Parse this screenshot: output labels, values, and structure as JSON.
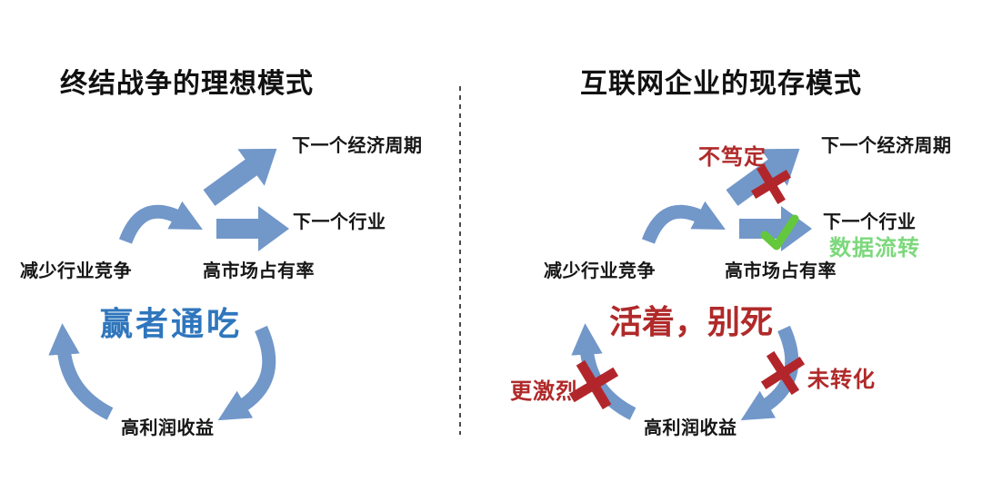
{
  "colors": {
    "arrow_blue": "#7297c9",
    "cross_red": "#b2262b",
    "check_green": "#63c83c",
    "green_text": "#7cd87c",
    "red_text": "#b02a2a",
    "blue_text": "#2f76bd",
    "heading_text": "#111111"
  },
  "left_panel": {
    "title": "终结战争的理想模式",
    "slogan": "赢者通吃",
    "labels": {
      "next_cycle": "下一个经济周期",
      "next_industry": "下一个行业",
      "reduce_competition": "减少行业竞争",
      "market_share": "高市场占有率",
      "profit": "高利润收益"
    }
  },
  "right_panel": {
    "title": "互联网企业的现存模式",
    "slogan": "活着，别死",
    "labels": {
      "next_cycle": "下一个经济周期",
      "next_industry": "下一个行业",
      "reduce_competition": "减少行业竞争",
      "market_share": "高市场占有率",
      "profit": "高利润收益"
    },
    "annotations": {
      "not_certain": "不笃定",
      "data_flow": "数据流转",
      "more_intense": "更激烈",
      "not_converted": "未转化"
    },
    "marks": {
      "next_cycle_mark": "cross",
      "next_industry_mark": "check",
      "cycle_up_mark": "cross",
      "cycle_down_mark": "cross"
    }
  }
}
